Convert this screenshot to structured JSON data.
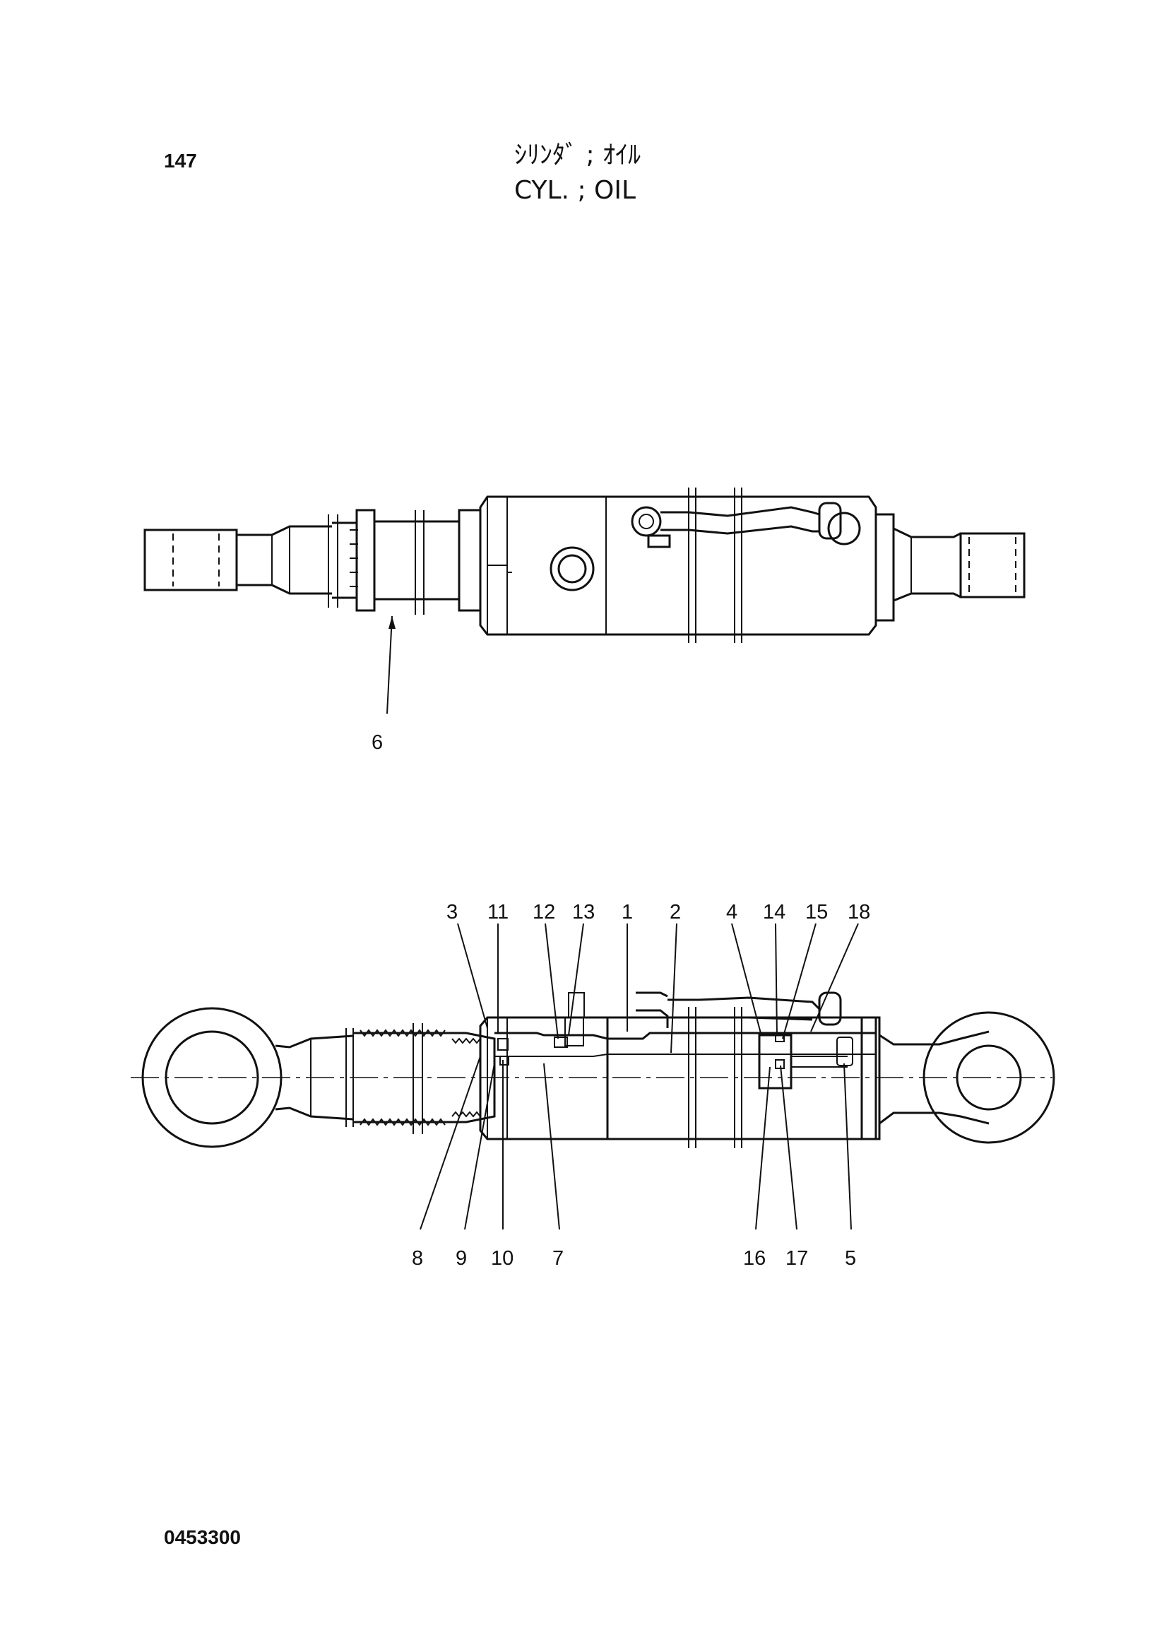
{
  "page": {
    "number": "147",
    "title_jp": "ｼﾘﾝﾀﾞ ; ｵｲﾙ",
    "title_en": "CYL. ; OIL",
    "doc_code": "0453300"
  },
  "top_view": {
    "callouts": [
      "6"
    ]
  },
  "section_view": {
    "callouts_top": [
      "3",
      "11",
      "12",
      "13",
      "1",
      "2",
      "4",
      "14",
      "15",
      "18"
    ],
    "callouts_bottom": [
      "8",
      "9",
      "10",
      "7",
      "16",
      "17",
      "5"
    ]
  }
}
